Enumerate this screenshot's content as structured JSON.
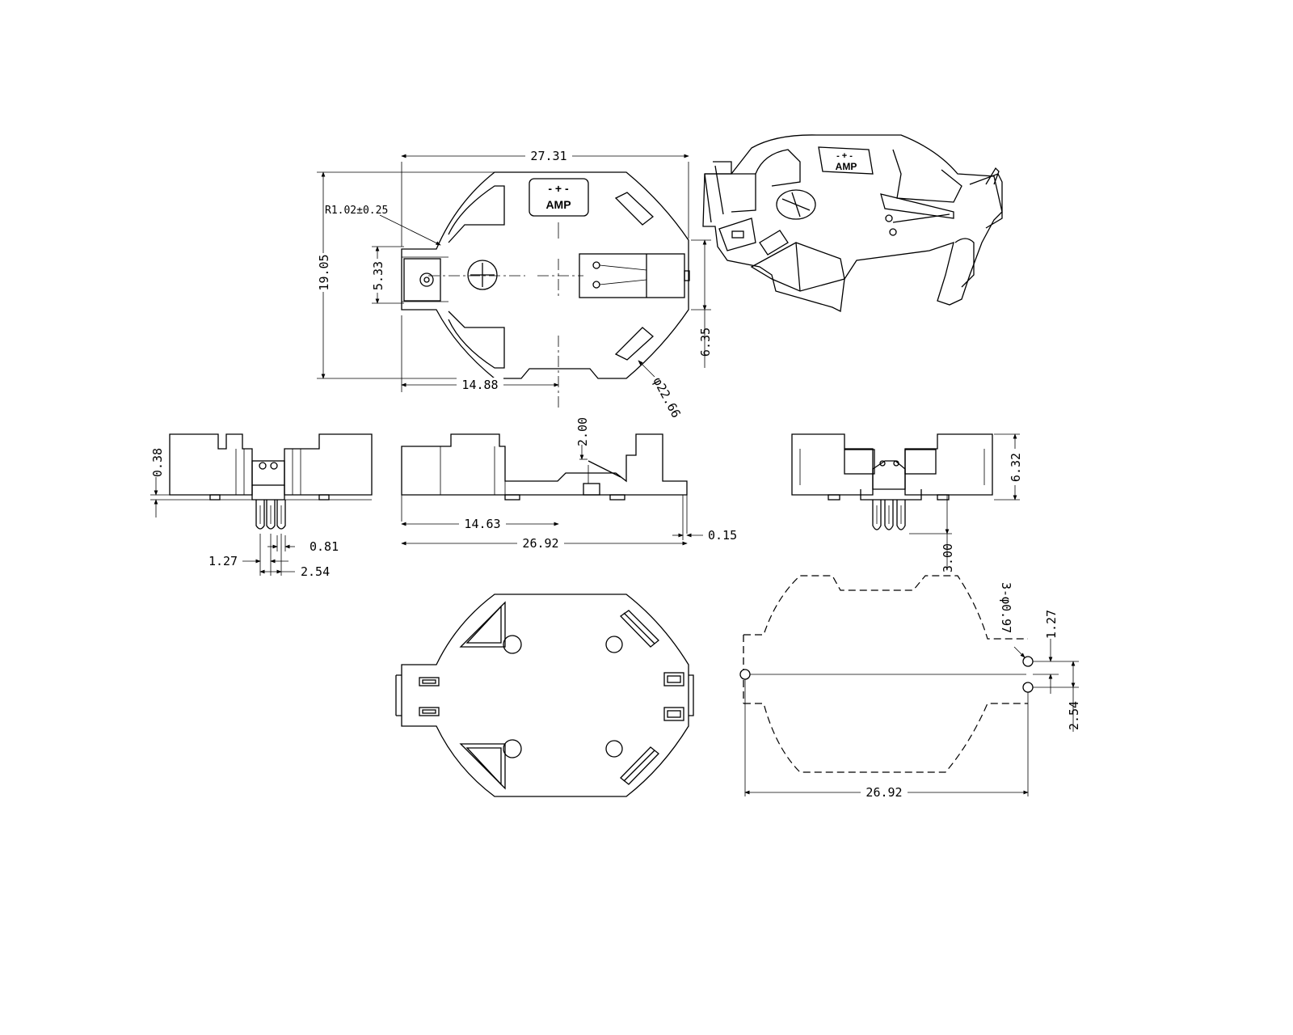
{
  "dimensions": {
    "top_width": "27.31",
    "top_height": "19.05",
    "radius": "R1.02±0.25",
    "pin_span": "5.33",
    "center_offset": "14.88",
    "side_offset": "6.35",
    "diameter": "φ22.66",
    "clip_height": "2.00",
    "base_offset": "0.38",
    "front_half": "14.63",
    "thickness": "0.15",
    "front_length": "26.92",
    "pin_pitch_a": "1.27",
    "pin_width": "0.81",
    "pin_pitch_b": "2.54",
    "overall_height": "6.32",
    "pin_length": "3.00",
    "hole_spec": "3-φ0.97",
    "footprint_pitch_a": "1.27",
    "footprint_pitch_b": "2.54",
    "footprint_length": "26.92"
  },
  "labels": {
    "logo_top": "AMP",
    "logo_iso": "AMP",
    "polarity_top": "- + -",
    "polarity_iso": "- + -"
  }
}
